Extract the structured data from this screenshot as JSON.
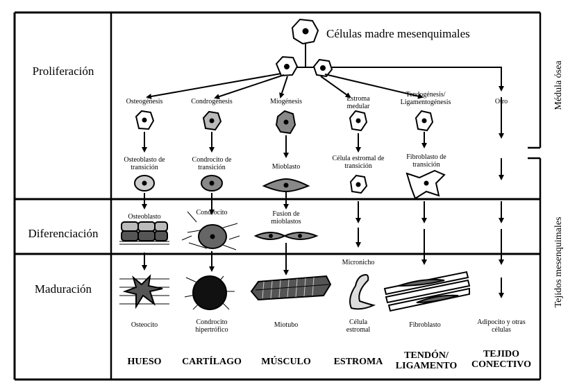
{
  "title": "Células madre mesenquimales",
  "stages": {
    "proliferation": "Proliferación",
    "differentiation": "Diferenciación",
    "maturation": "Maduración"
  },
  "side_labels": {
    "bone_marrow": "Médula ósea",
    "mesenchymal_tissues": "Tejidos mesenquimales"
  },
  "lineages": [
    {
      "process": "Osteogénesis",
      "transition": "Osteoblasto de transición",
      "differentiated": "Osteoblasto",
      "mature": "Osteocito",
      "tissue": "HUESO"
    },
    {
      "process": "Condrogénesis",
      "transition": "Condrocito de transición",
      "differentiated": "Condrocito",
      "mature": "Condrocito hipertrófico",
      "tissue": "CARTÍLAGO"
    },
    {
      "process": "Miogénesis",
      "transition": "Mioblasto",
      "differentiated": "Fusion de mioblastos",
      "mature": "Miotubo",
      "tissue": "MÚSCULO"
    },
    {
      "process": "Estroma medular",
      "transition": "Célula estromal de transición",
      "differentiated": "",
      "mature": "Célula estromal",
      "tissue": "ESTROMA",
      "niche": "Micronicho"
    },
    {
      "process": "Tendogénesis/ Ligamentogénesis",
      "transition": "Fibroblasto de transición",
      "differentiated": "",
      "mature": "Fibroblasto",
      "tissue": "TENDÓN/ LIGAMENTO"
    },
    {
      "process": "Otro",
      "transition": "",
      "differentiated": "",
      "mature": "Adipocito y otras células",
      "tissue": "TEJIDO CONECTIVO"
    }
  ]
}
